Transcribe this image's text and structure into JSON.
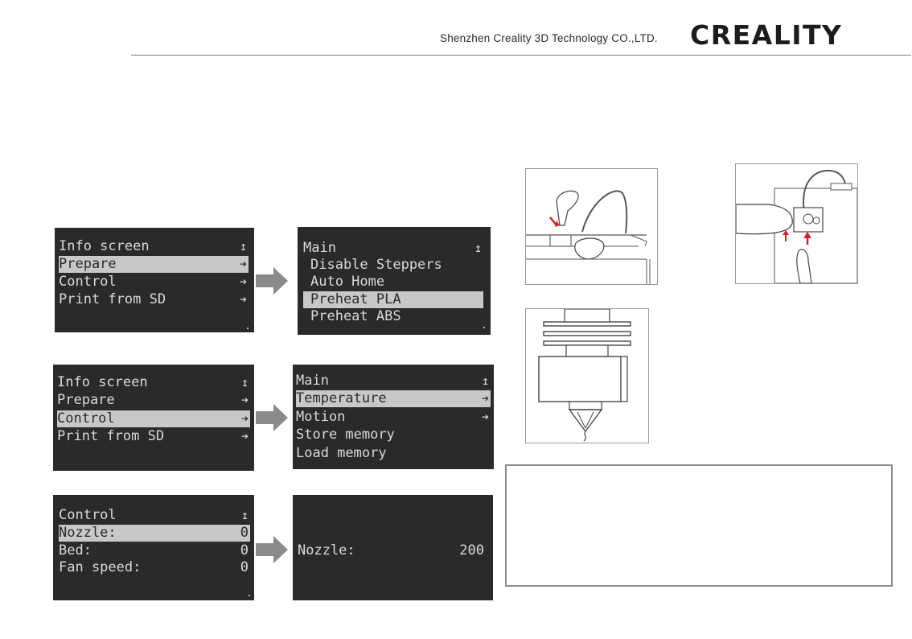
{
  "header": {
    "company": "Shenzhen Creality 3D Technology CO.,LTD.",
    "logo_text": "CREALITY"
  },
  "screens": {
    "s1": {
      "rows": [
        {
          "label": "Info screen",
          "sym": "↥"
        },
        {
          "label": "Prepare",
          "sym": "➔",
          "selected": true
        },
        {
          "label": "Control",
          "sym": "➔"
        },
        {
          "label": "Print from SD",
          "sym": "➔"
        }
      ]
    },
    "s2": {
      "rows": [
        {
          "label": "Main",
          "sym": "↥"
        },
        {
          "label": "Disable Steppers"
        },
        {
          "label": "Auto Home"
        },
        {
          "label": "Preheat PLA",
          "selected": true
        },
        {
          "label": "Preheat ABS"
        }
      ]
    },
    "s3": {
      "rows": [
        {
          "label": "Info screen",
          "sym": "↥"
        },
        {
          "label": "Prepare",
          "sym": "➔"
        },
        {
          "label": "Control",
          "sym": "➔",
          "selected": true
        },
        {
          "label": "Print from SD",
          "sym": "➔"
        }
      ]
    },
    "s4": {
      "rows": [
        {
          "label": "Main",
          "sym": "↥"
        },
        {
          "label": "Temperature",
          "sym": "➔",
          "selected": true
        },
        {
          "label": "Motion",
          "sym": "➔"
        },
        {
          "label": "Store memory"
        },
        {
          "label": "Load memory"
        }
      ]
    },
    "s5": {
      "rows": [
        {
          "label": "Control",
          "sym": "↥"
        },
        {
          "label": "Nozzle:",
          "value": "0",
          "selected": true
        },
        {
          "label": "Bed:",
          "value": "0"
        },
        {
          "label": "Fan speed:",
          "value": "0"
        }
      ]
    },
    "s6": {
      "rows": [
        {
          "label": "Nozzle:",
          "value": "200"
        }
      ]
    }
  },
  "colors": {
    "lcd_bg": "#2a2a2a",
    "lcd_text": "#d9d9d9",
    "arrow": "#8a8a8a",
    "highlight": "#c8c8c8",
    "red_arrow": "#d42020"
  }
}
